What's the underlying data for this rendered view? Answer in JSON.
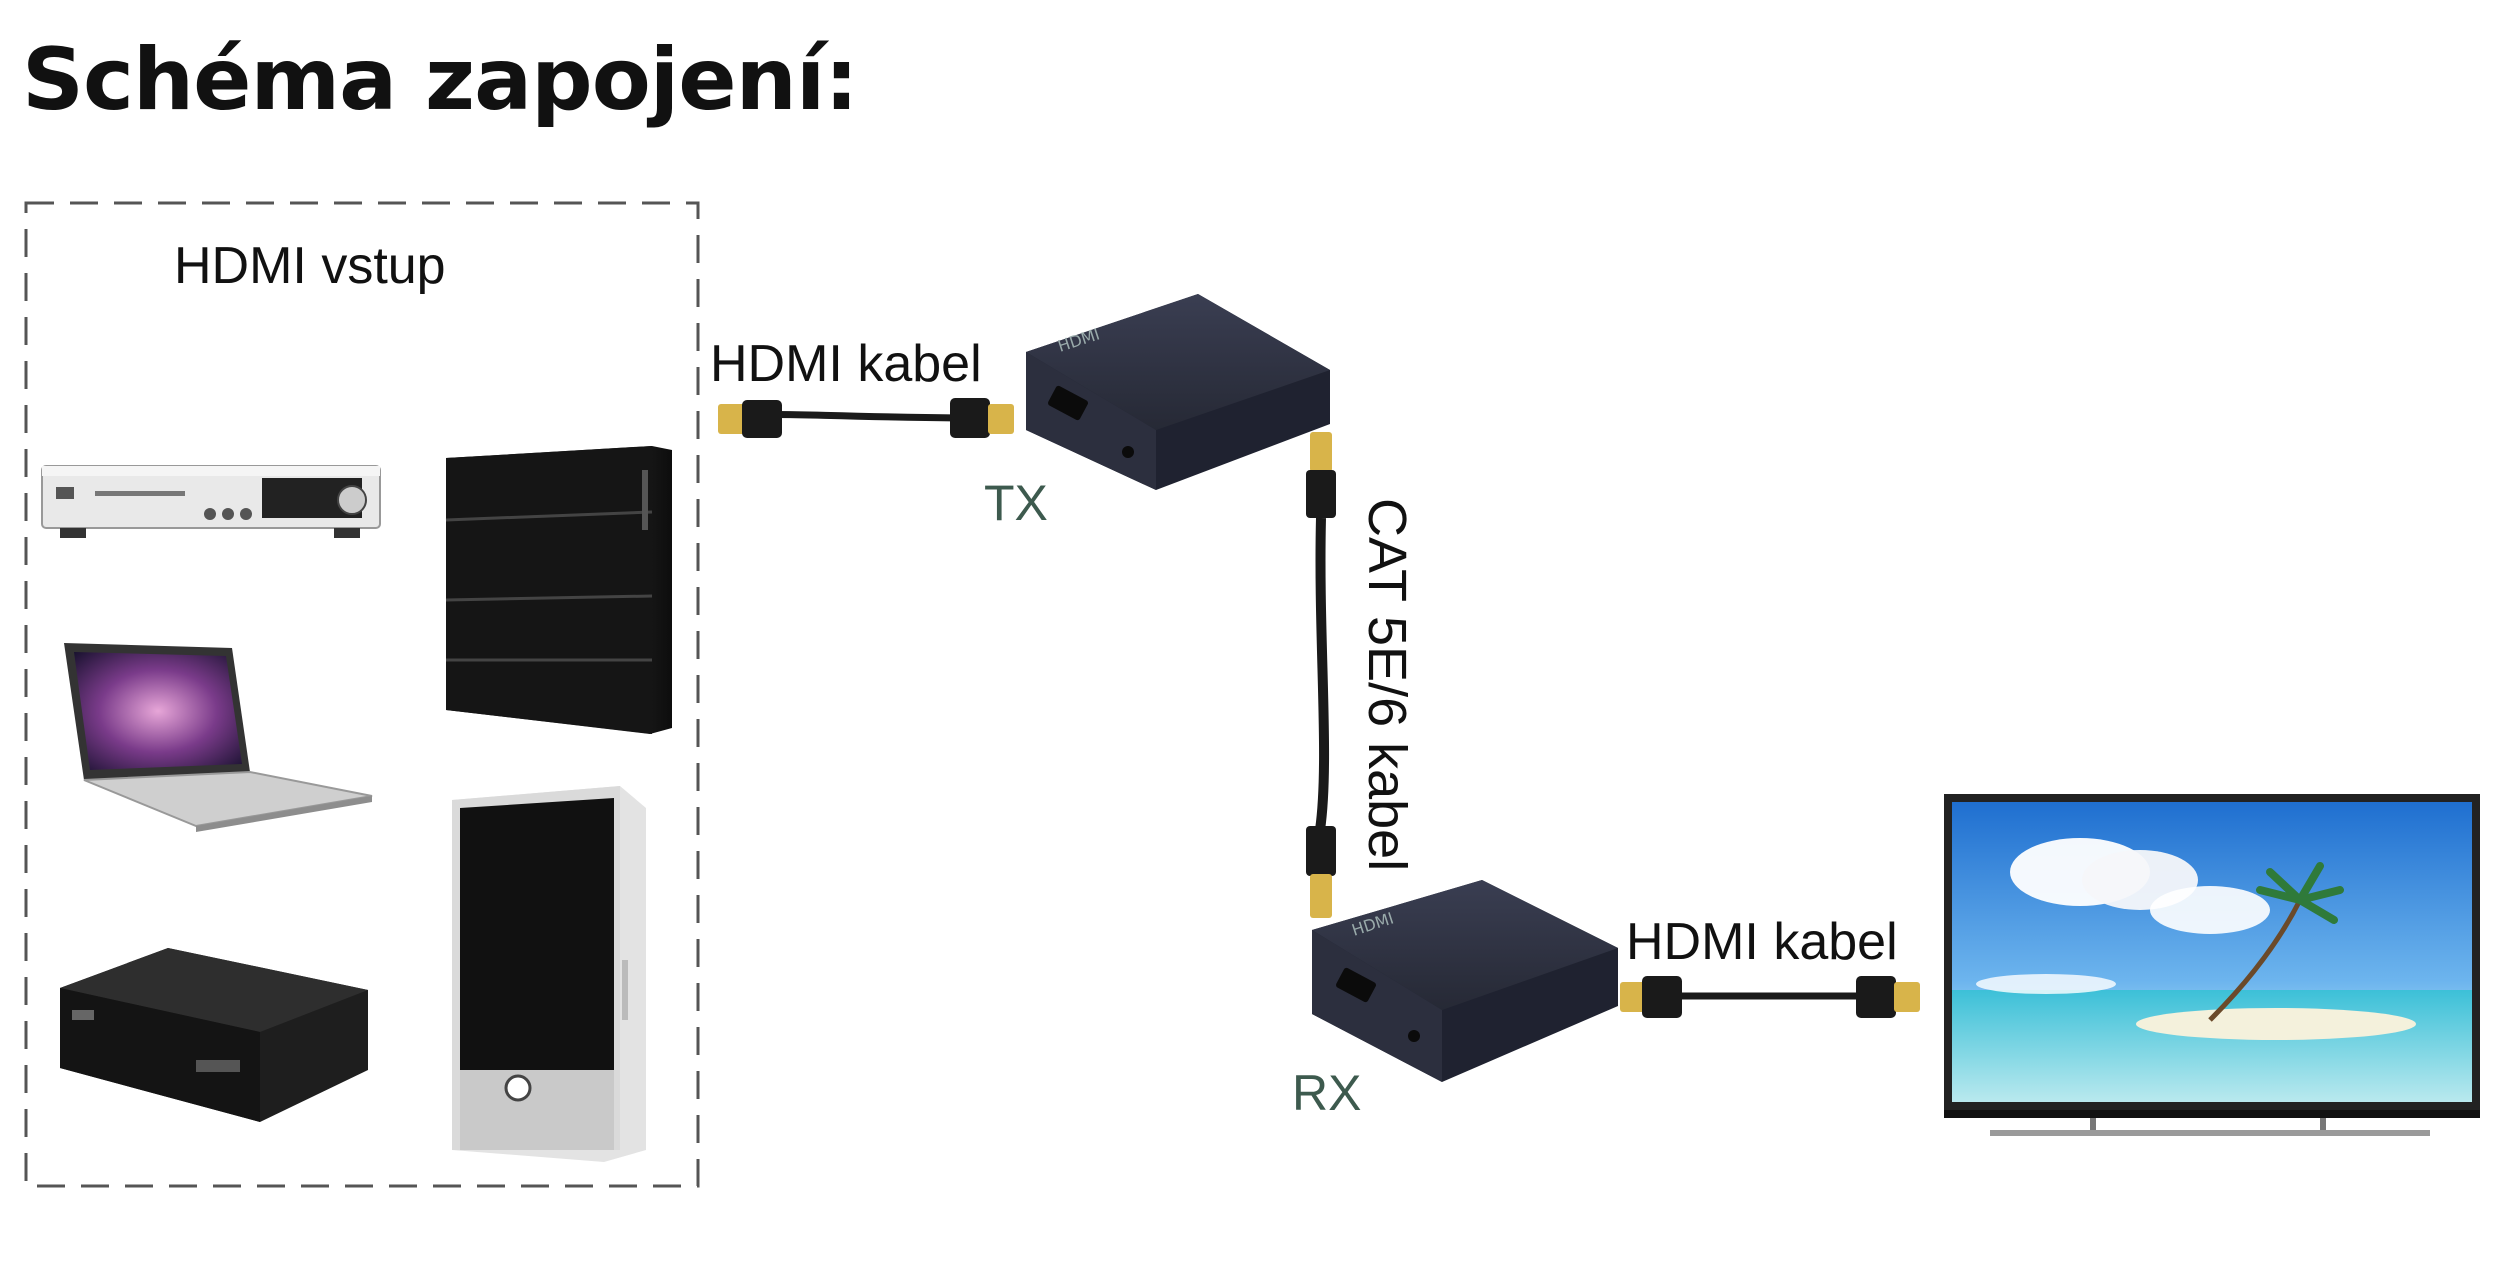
{
  "title": "Schéma zapojení:",
  "input_group": {
    "label": "HDMI vstup"
  },
  "cables": {
    "hdmi_left": "HDMI kabel",
    "hdmi_right": "HDMI kabel",
    "cat": "CAT 5E/6 kabel"
  },
  "devices": {
    "tx_label": "TX",
    "rx_label": "RX"
  },
  "colors": {
    "extender_body": "#2c2f3e",
    "cable": "#1a1a1a",
    "connector_gold": "#d8b44a",
    "tx_rx_label": "#3d5a4e",
    "tv_sky": "#2f7fd6"
  }
}
